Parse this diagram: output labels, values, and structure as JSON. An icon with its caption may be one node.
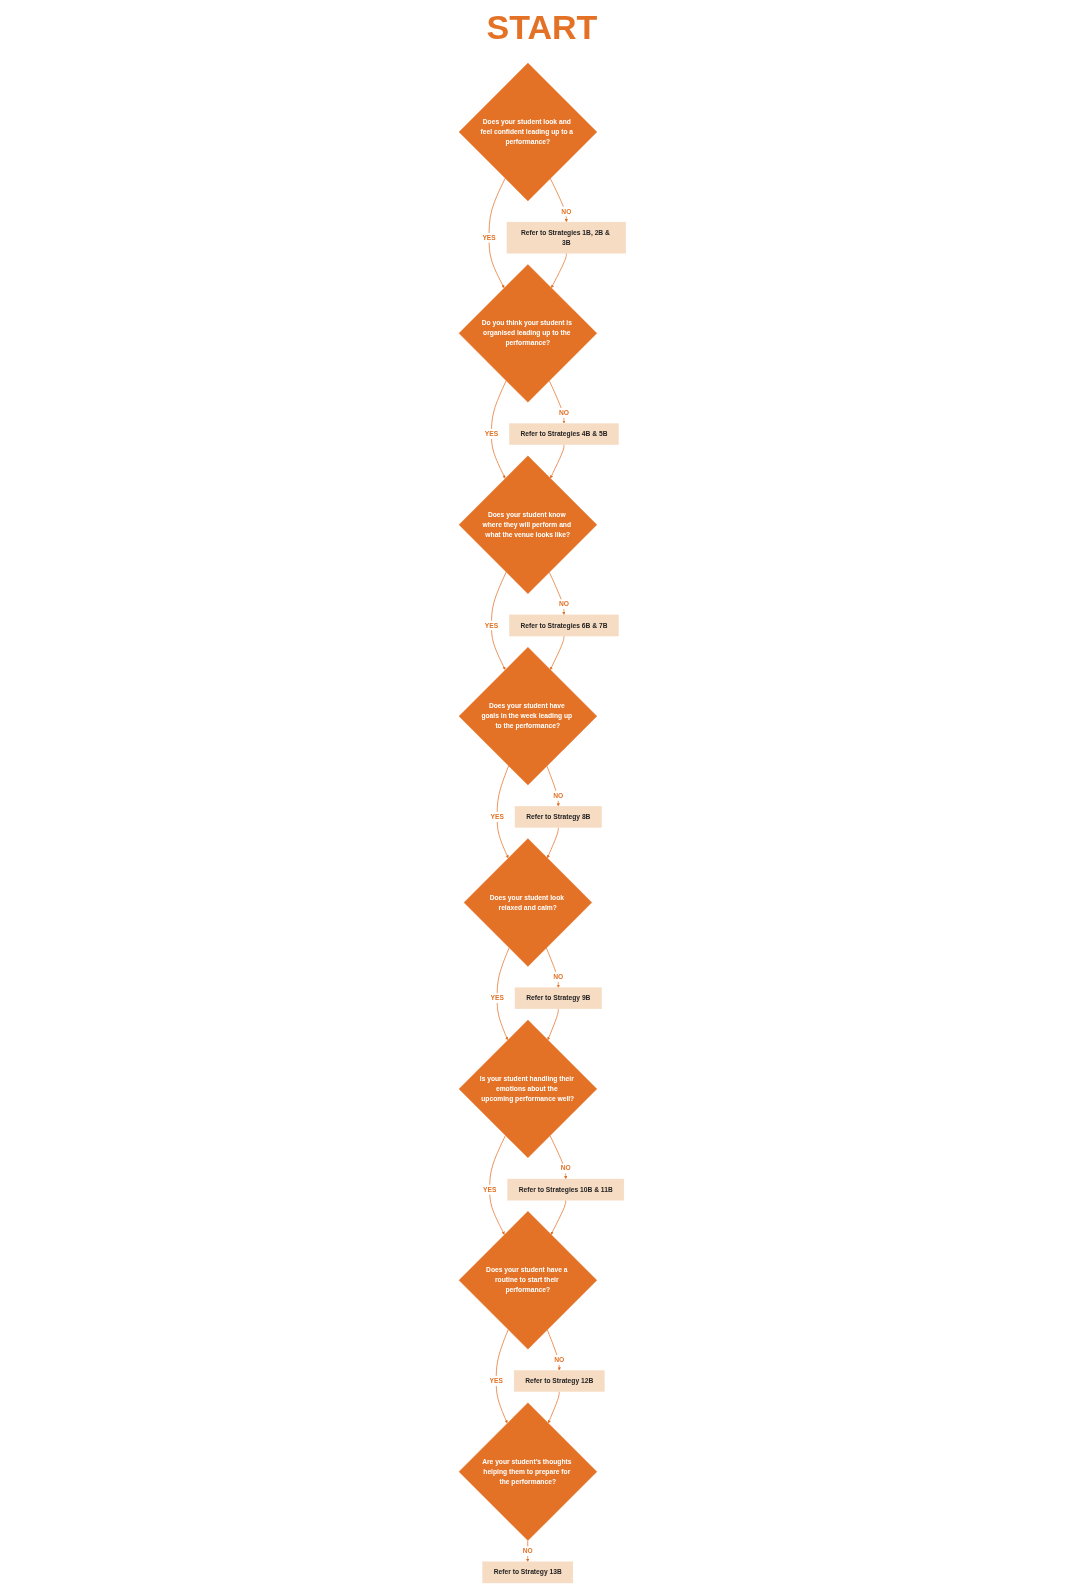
{
  "diagram": {
    "title": "START",
    "nodes": [
      {
        "text": [
          "Does your student look and feel confident leading up to a performance?"
        ]
      },
      {
        "text": [
          "Refer to Strategies 1B, 2B & 3B"
        ]
      },
      {
        "text": [
          "Do you think your student is organised leading up to the performance?"
        ]
      },
      {
        "text": [
          "Refer to Strategies 4B & 5B"
        ]
      },
      {
        "text": [
          "Does your student know where they will perform and what the venue looks like?"
        ]
      },
      {
        "text": [
          "Refer to Strategies 6B & 7B"
        ]
      },
      {
        "text": [
          "Does your student have goals in the week leading up to the performance?"
        ]
      },
      {
        "text": [
          "Refer to Strategy 8B"
        ]
      },
      {
        "text": [
          "Does your student look relaxed and calm?"
        ]
      },
      {
        "text": [
          "Refer to Strategy 9B"
        ]
      },
      {
        "text": [
          "Is your student handling their emotions about the upcoming performance well?"
        ]
      },
      {
        "text": [
          "Refer to Strategies 10B & 11B"
        ]
      },
      {
        "text": [
          "Does your student have a routine to start their performance?"
        ]
      },
      {
        "text": [
          "Refer to Strategy 12B"
        ]
      },
      {
        "text": [
          "Are your student’s thoughts helping them to prepare for the performance?"
        ]
      },
      {
        "text": [
          "Refer to Strategy 13B"
        ]
      }
    ],
    "edges": [
      {
        "from": 0,
        "to": 1,
        "arrow": "to",
        "label": "NO"
      },
      {
        "from": 0,
        "to": 2,
        "arrow": "to",
        "label": "YES"
      },
      {
        "from": 1,
        "to": 2,
        "arrow": "to"
      },
      {
        "from": 2,
        "to": 3,
        "arrow": "to",
        "label": "NO"
      },
      {
        "from": 2,
        "to": 4,
        "arrow": "to",
        "label": "YES"
      },
      {
        "from": 3,
        "to": 4,
        "arrow": "to"
      },
      {
        "from": 4,
        "to": 5,
        "arrow": "to",
        "label": "NO"
      },
      {
        "from": 4,
        "to": 6,
        "arrow": "to",
        "label": "YES"
      },
      {
        "from": 5,
        "to": 6,
        "arrow": "to"
      },
      {
        "from": 6,
        "to": 7,
        "arrow": "to",
        "label": "NO"
      },
      {
        "from": 6,
        "to": 8,
        "arrow": "to",
        "label": "YES"
      },
      {
        "from": 7,
        "to": 8,
        "arrow": "to"
      },
      {
        "from": 8,
        "to": 9,
        "arrow": "to",
        "label": "NO"
      },
      {
        "from": 8,
        "to": 10,
        "arrow": "to",
        "label": "YES"
      },
      {
        "from": 9,
        "to": 10,
        "arrow": "to"
      },
      {
        "from": 10,
        "to": 11,
        "arrow": "to",
        "label": "NO"
      },
      {
        "from": 10,
        "to": 12,
        "arrow": "to",
        "label": "YES"
      },
      {
        "from": 11,
        "to": 12,
        "arrow": "to"
      },
      {
        "from": 12,
        "to": 13,
        "arrow": "to",
        "label": "NO"
      },
      {
        "from": 12,
        "to": 14,
        "arrow": "to",
        "label": "YES"
      },
      {
        "from": 13,
        "to": 14,
        "arrow": "to"
      },
      {
        "from": 14,
        "to": 15,
        "arrow": "to",
        "label": "NO"
      }
    ]
  }
}
